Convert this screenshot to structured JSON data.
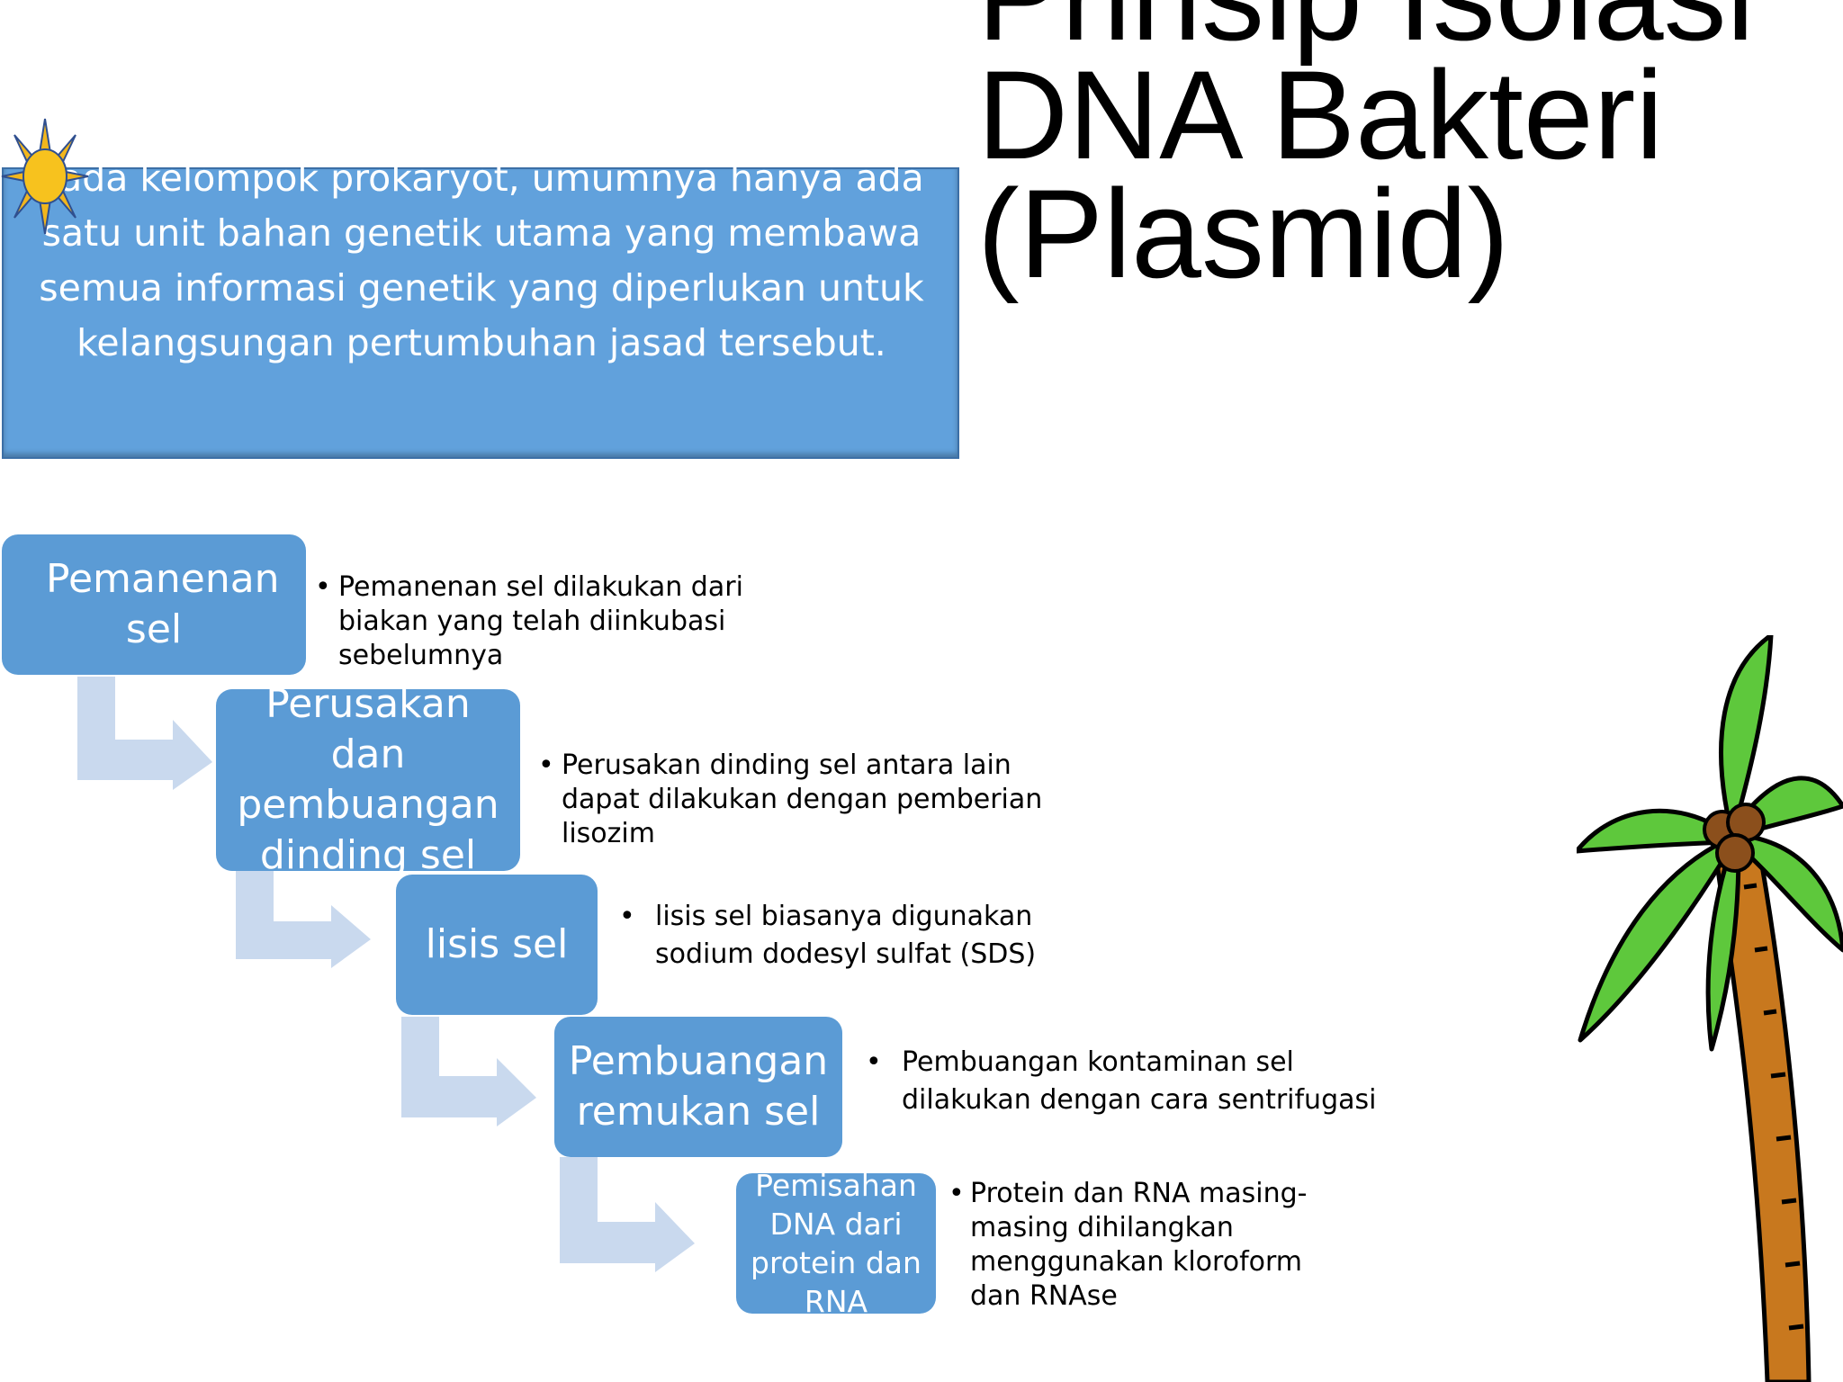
{
  "slide": {
    "title_lines": [
      "Prinsip Isolasi",
      "DNA Bakteri",
      "(Plasmid)"
    ],
    "intro_text": "Pada kelompok prokaryot, umumnya hanya ada satu unit bahan genetik utama yang membawa semua informasi genetik yang diperlukan untuk kelangsungan pertumbuhan jasad tersebut.",
    "steps": [
      {
        "label": "Pemanenan sel",
        "bullet": "Pemanenan sel dilakukan dari biakan yang telah diinkubasi sebelumnya"
      },
      {
        "label": "Perusakan dan pembuangan dinding sel",
        "bullet": "Perusakan dinding sel antara lain dapat dilakukan dengan pemberian lisozim"
      },
      {
        "label": "lisis sel",
        "bullet": "lisis sel biasanya digunakan sodium dodesyl sulfat (SDS)"
      },
      {
        "label": "Pembuangan remukan sel",
        "bullet": "Pembuangan kontaminan sel dilakukan dengan cara sentrifugasi"
      },
      {
        "label": "Pemisahan DNA dari protein dan RNA",
        "bullet": "Protein dan RNA masing-masing dihilangkan menggunakan kloroform dan RNAse"
      }
    ],
    "colors": {
      "box": "#5b9bd5",
      "arrow": "#c9d9ee",
      "intro": "#61a1dc"
    }
  }
}
